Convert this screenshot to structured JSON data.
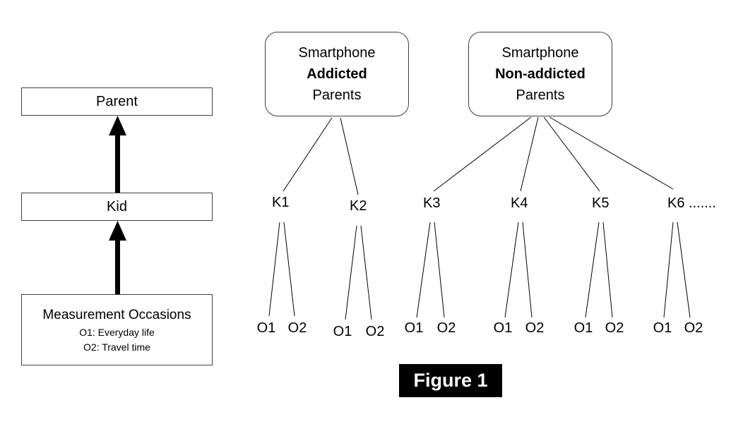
{
  "left": {
    "parent_label": "Parent",
    "kid_label": "Kid",
    "measurement_title": "Measurement Occasions",
    "measurement_item1": "O1: Everyday life",
    "measurement_item2": "O2: Travel time"
  },
  "tree": {
    "addicted": {
      "line1": "Smartphone",
      "line2": "Addicted",
      "line3": "Parents"
    },
    "nonaddicted": {
      "line1": "Smartphone",
      "line2": "Non-addicted",
      "line3": "Parents"
    },
    "kids": [
      "K1",
      "K2",
      "K3",
      "K4",
      "K5",
      "K6 ......."
    ],
    "occasion1": "O1",
    "occasion2": "O2"
  },
  "caption": "Figure 1",
  "colors": {
    "line": "#000000",
    "box_border": "#3f3f3f",
    "caption_bg": "#000000",
    "caption_fg": "#ffffff"
  }
}
